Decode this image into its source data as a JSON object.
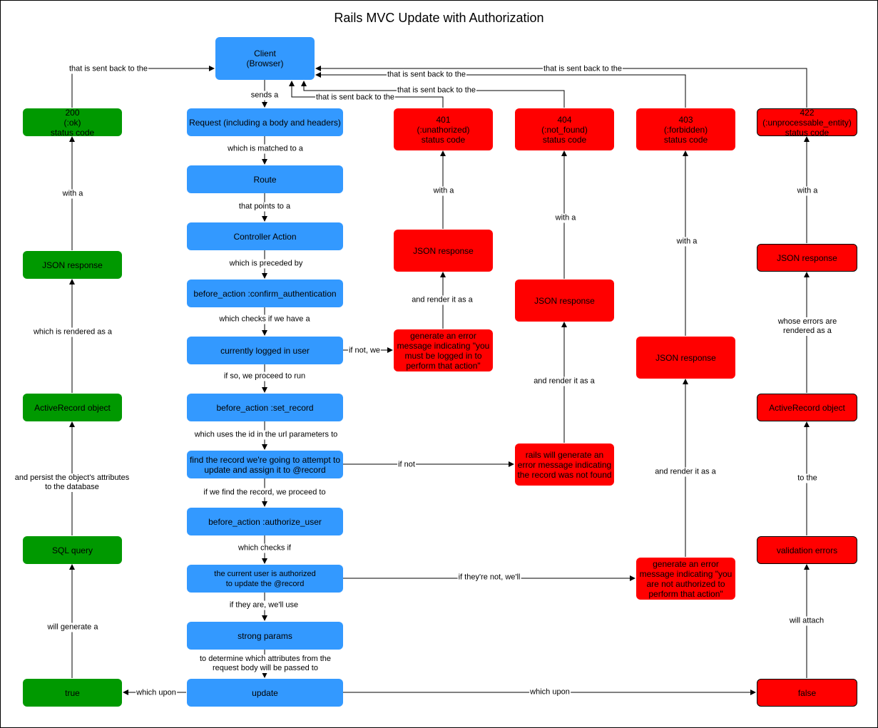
{
  "title": "Rails MVC Update with Authorization",
  "colors": {
    "blue": "#3399ff",
    "green": "#009900",
    "red": "#ff0000"
  },
  "nodes": {
    "client": "Client\n(Browser)",
    "request": "Request (including a body and headers)",
    "route": "Route",
    "controller_action": "Controller Action",
    "confirm_auth": "before_action :confirm_authentication",
    "logged_in": "currently logged in user",
    "set_record": "before_action :set_record",
    "find_record": "find the record we're going to attempt to update and assign it to @record",
    "authorize_user": "before_action :authorize_user",
    "authorized_check": "the current user is authorized\nto update the @record",
    "strong_params": "strong params",
    "update": "update",
    "true_node": "true",
    "sql_query": "SQL query",
    "ar_object_green": "ActiveRecord object",
    "json_green": "JSON response",
    "status_200": "200\n(:ok)\nstatus code",
    "status_401": "401\n(:unathorized)\nstatus code",
    "json_401": "JSON response",
    "error_401": "generate an error message indicating \"you must be logged in to perform that action\"",
    "status_404": "404\n(:not_found)\nstatus code",
    "json_404": "JSON response",
    "error_404": "rails will generate an error message indicating the record was not found",
    "status_403": "403\n(:forbidden)\nstatus code",
    "json_403": "JSON response",
    "error_403": "generate an error message indicating \"you are not authorized to perform that action\"",
    "status_422": "422\n(:unprocessable_entity)\nstatus code",
    "json_422": "JSON response",
    "ar_object_red": "ActiveRecord object",
    "validation_errors": "validation errors",
    "false_node": "false"
  },
  "edge_labels": {
    "sends_a": "sends a",
    "matched_to": "which is matched to a",
    "points_to": "that points to a",
    "preceded_by": "which is preceded by",
    "checks_have": "which checks if we have a",
    "if_not_we": "if not, we",
    "if_so_run": "if so, we proceed to run",
    "uses_id": "which uses the id in the url parameters to",
    "if_not": "if not",
    "if_find": "if we find the record, we proceed to",
    "checks_if": "which checks if",
    "if_theyre_not": "if they're not, we'll",
    "if_they_are": "if they are, we'll use",
    "determine_attrs": "to determine which attributes from the\nrequest body will be passed to",
    "which_upon_left": "which upon",
    "which_upon_right": "which upon",
    "will_generate": "will generate a",
    "persist": "and persist the object's attributes\nto the database",
    "rendered_as": "which is rendered as a",
    "with_a_green": "with a",
    "sent_back_green": "that is sent back to the",
    "render_401": "and render it as a",
    "with_a_401": "with a",
    "sent_back_401": "that is sent back to the",
    "render_404": "and render it as a",
    "with_a_404": "with a",
    "sent_back_404": "that is sent back to the",
    "render_403": "and render it as a",
    "with_a_403": "with a",
    "sent_back_403": "that is sent back to the",
    "will_attach": "will attach",
    "to_the": "to the",
    "errors_rendered": "whose errors are rendered as a",
    "with_a_422": "with a",
    "sent_back_422": "that is sent back to the"
  }
}
